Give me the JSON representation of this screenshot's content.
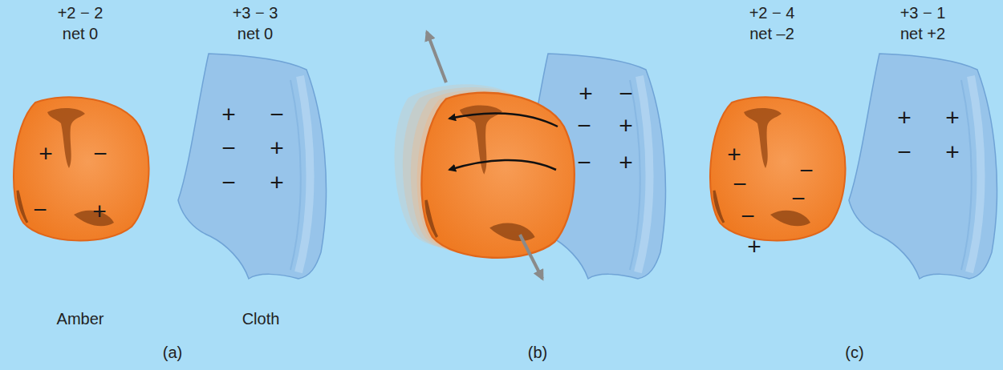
{
  "diagram": {
    "nodes": [
      {
        "text": [
          "+",
          "−",
          "−",
          "+"
        ]
      },
      {
        "text": [
          "+",
          "−",
          "−",
          "+",
          "−",
          "+"
        ]
      },
      {
        "text": [
          "+",
          "−",
          "−",
          "+",
          "−",
          "+"
        ]
      },
      {
        "text": [
          "+",
          "−",
          "−",
          "−",
          "−",
          "+"
        ]
      },
      {
        "text": [
          "+",
          "+",
          "−",
          "+"
        ]
      }
    ],
    "labels": [
      "+2 − 2",
      "net 0",
      "+3 − 3",
      "net 0",
      "Amber",
      "Cloth",
      "(a)",
      "(b)",
      "+2 − 4",
      "net –2",
      "+3 − 1",
      "net +2",
      "(c)"
    ]
  }
}
